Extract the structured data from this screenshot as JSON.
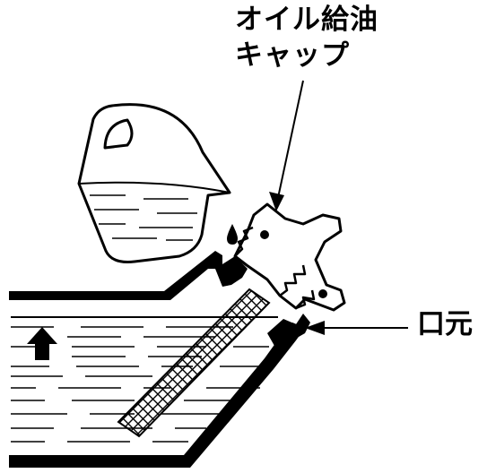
{
  "labels": {
    "oil_cap_line1": "オイル給油",
    "oil_cap_line2": "キャップ",
    "filler_neck": "口元"
  }
}
